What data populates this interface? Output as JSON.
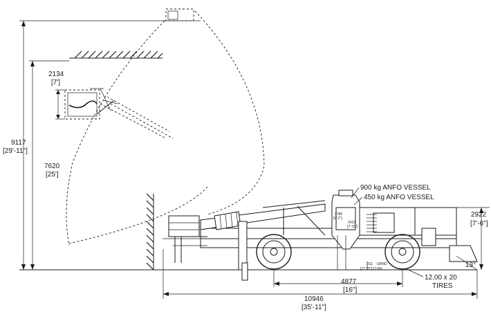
{
  "dimensions": {
    "overall_height": {
      "mm": "9117",
      "ft": "[29'-11\"]"
    },
    "boom_height": {
      "mm": "7620",
      "ft": "[25']"
    },
    "basket_step": {
      "mm": "2134",
      "ft": "[7']"
    },
    "vehicle_height": {
      "mm": "2922",
      "ft": "[7'-6\"]"
    },
    "wheelbase": {
      "mm": "4877",
      "ft": "[16\"]"
    },
    "overall_length": {
      "mm": "10946",
      "ft": "[35'-11\"]"
    },
    "vessel_height_1": {
      "mm": "2785",
      "ft": "[9'-2\"]"
    },
    "vessel_height_2": {
      "mm": "2415",
      "ft": "[7'-11\"]"
    },
    "ground_clearance": {
      "mm": "311",
      "label": "GRND",
      "ft": "[12.25\"]",
      "suffix": "CLRN"
    },
    "departure_angle": "13°"
  },
  "callouts": {
    "vessel_900": "900 kg ANFO VESSEL",
    "vessel_450": "450 kg ANFO VESSEL",
    "tires_size": "12.00 x 20",
    "tires_label": "TIRES"
  }
}
